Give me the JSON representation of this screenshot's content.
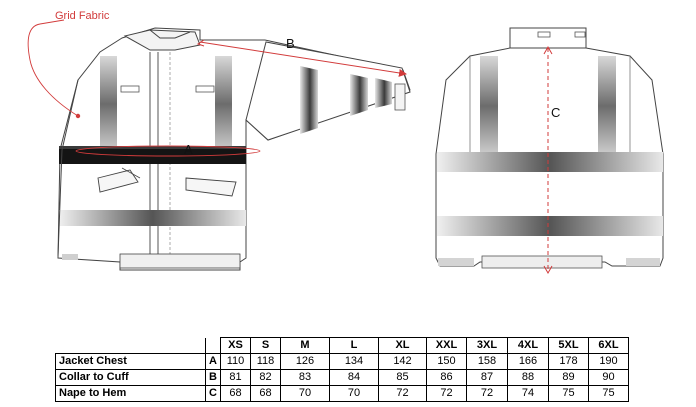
{
  "labels": {
    "grid_fabric": "Grid Fabric",
    "dim_a": "A",
    "dim_b": "B",
    "dim_c": "C"
  },
  "colors": {
    "accent_red": "#d23b3b",
    "band_dark": "#111111",
    "band_grey": "#8a8a8a",
    "outline": "#444444"
  },
  "size_table": {
    "sizes": [
      "XS",
      "S",
      "M",
      "L",
      "XL",
      "XXL",
      "3XL",
      "4XL",
      "5XL",
      "6XL"
    ],
    "rows": [
      {
        "name": "Jacket Chest",
        "code": "A",
        "values": [
          "110",
          "118",
          "126",
          "134",
          "142",
          "150",
          "158",
          "166",
          "178",
          "190"
        ]
      },
      {
        "name": "Collar to Cuff",
        "code": "B",
        "values": [
          "81",
          "82",
          "83",
          "84",
          "85",
          "86",
          "87",
          "88",
          "89",
          "90"
        ]
      },
      {
        "name": "Nape to Hem",
        "code": "C",
        "values": [
          "68",
          "68",
          "70",
          "70",
          "72",
          "72",
          "72",
          "74",
          "75",
          "75"
        ]
      }
    ]
  }
}
